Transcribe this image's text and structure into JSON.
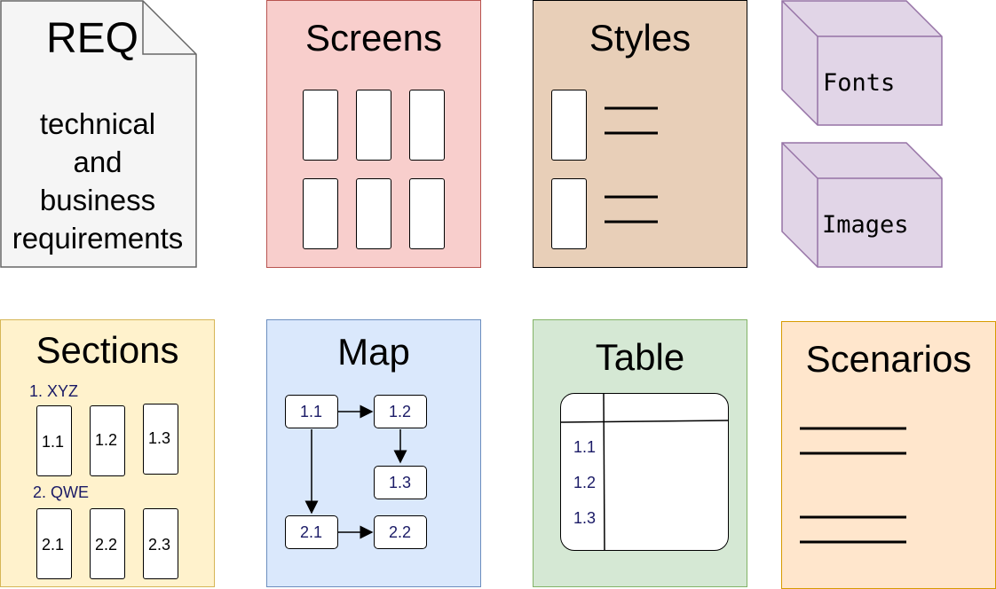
{
  "req": {
    "title": "REQ",
    "text_lines": [
      "technical",
      "and",
      "business",
      "requirements"
    ]
  },
  "screens": {
    "title": "Screens"
  },
  "styles": {
    "title": "Styles"
  },
  "fonts": {
    "label": "Fonts"
  },
  "images": {
    "label": "Images"
  },
  "sections": {
    "title": "Sections",
    "group1": "1. XYZ",
    "group2": "2. QWE",
    "items1": [
      "1.1",
      "1.2",
      "1.3"
    ],
    "items2": [
      "2.1",
      "2.2",
      "2.3"
    ]
  },
  "map": {
    "title": "Map",
    "nodes": [
      "1.1",
      "1.2",
      "1.3",
      "2.1",
      "2.2"
    ]
  },
  "table": {
    "title": "Table",
    "rows": [
      "1.1",
      "1.2",
      "1.3"
    ]
  },
  "scenarios": {
    "title": "Scenarios"
  },
  "colors": {
    "req_fill": "#f5f5f5",
    "req_stroke": "#666666",
    "screens_fill": "#f8cecc",
    "screens_stroke": "#b85450",
    "styles_fill": "#e8cfb8",
    "styles_stroke": "#000000",
    "cube_fill": "#e1d5e7",
    "cube_stroke": "#9673a6",
    "sections_fill": "#fff2cc",
    "sections_stroke": "#d6b656",
    "map_fill": "#dae8fc",
    "map_stroke": "#6c8ebf",
    "table_fill": "#d5e8d4",
    "table_stroke": "#82b366",
    "scenarios_fill": "#ffe6cc",
    "scenarios_stroke": "#d79b00"
  }
}
